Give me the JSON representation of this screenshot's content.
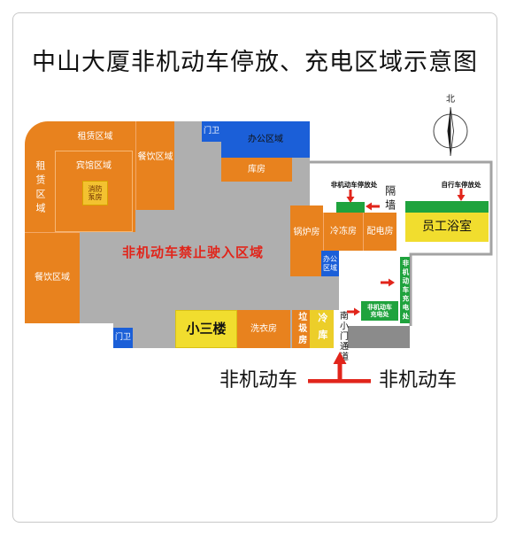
{
  "title": "中山大厦非机动车停放、充电区域示意图",
  "compass": {
    "north": "北"
  },
  "colors": {
    "orange": "#e8821e",
    "gray": "#afafaf",
    "blue": "#1b5fd8",
    "yellow": "#f1dd2e",
    "green": "#1fa33d",
    "red": "#e1251b",
    "dark_gray": "#8b8b8b"
  },
  "main_building": {
    "rental_top": "租赁区域",
    "rental_side": "租赁区域",
    "hotel": "宾馆区域",
    "fire_pump_room": "消防泵房",
    "dining_top": "餐饮区域",
    "dining_left": "餐饮区域",
    "guard_top": "门卫",
    "office": "办公区域",
    "storage": "库房",
    "no_entry_zone": "非机动车禁止驶入区域",
    "boiler_room": "锅炉房",
    "freezer_room": "冷冻房",
    "power_room": "配电房",
    "office_small": "办公区域",
    "guard_bottom": "门卫",
    "building_3": "小三楼",
    "laundry": "洗衣房",
    "garbage_room": "垃圾房",
    "cold_storage": "冷库",
    "south_gate_passage": "南小门通道"
  },
  "outdoor": {
    "partition_wall": "隔墙",
    "ebike_parking": "非机动车停放处",
    "bicycle_parking": "自行车停放处",
    "staff_bathroom": "员工浴室",
    "charging_strip": "非机动车充电处",
    "charging_box": "非机动车充电处"
  },
  "entrance": {
    "left": "非机动车",
    "right": "非机动车"
  }
}
